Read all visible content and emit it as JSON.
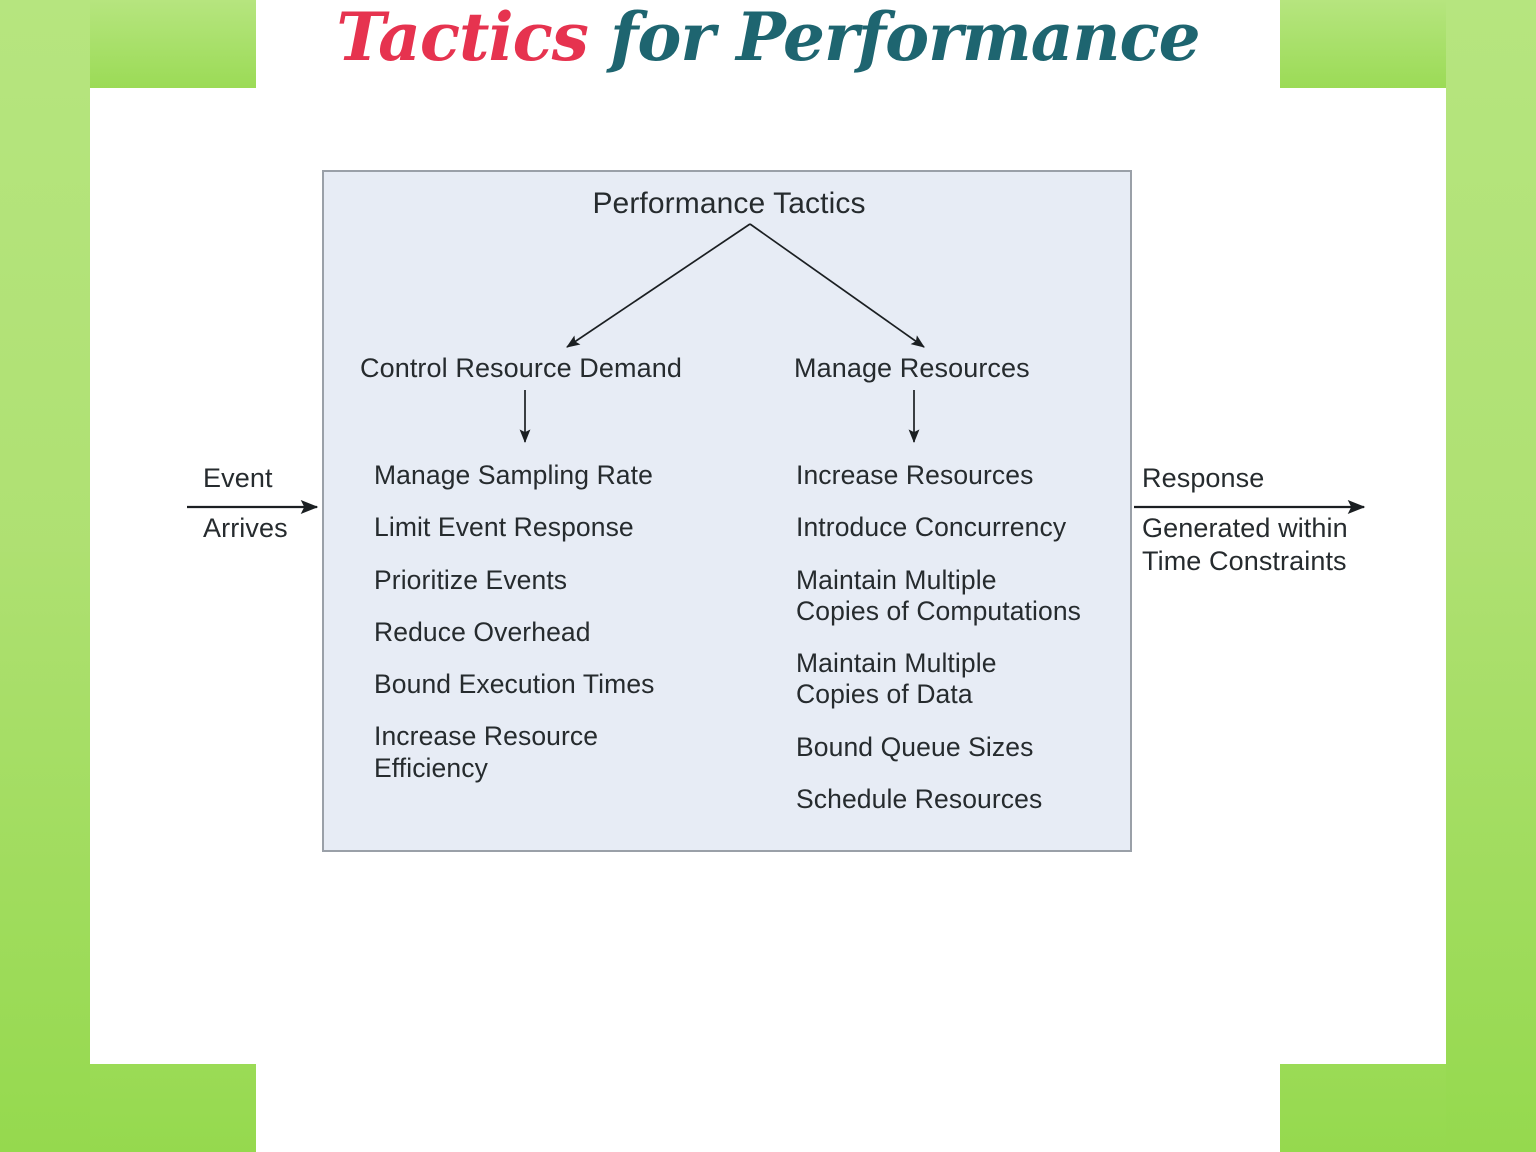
{
  "slide": {
    "title": {
      "accent_word": "Tactics",
      "rest": " for Performance",
      "accent_color": "#e6334f",
      "rest_color": "#1e6570"
    },
    "background_color": "#ffffff",
    "frame_color": "#a9de6b"
  },
  "diagram": {
    "title": "Performance Tactics",
    "box_fill": "#e7ecf5",
    "box_border": "#9aa0a8",
    "categories": [
      {
        "label": "Control Resource Demand"
      },
      {
        "label": "Manage Resources"
      }
    ],
    "columns": [
      {
        "heading": "Control Resource Demand",
        "items": [
          "Manage Sampling Rate",
          "Limit Event Response",
          "Prioritize Events",
          "Reduce Overhead",
          "Bound Execution Times",
          "Increase Resource\nEfficiency"
        ]
      },
      {
        "heading": "Manage Resources",
        "items": [
          "Increase Resources",
          "Introduce Concurrency",
          "Maintain Multiple\nCopies of Computations",
          "Maintain Multiple\nCopies of Data",
          "Bound Queue Sizes",
          "Schedule Resources"
        ]
      }
    ],
    "input_flow": {
      "label_top": "Event",
      "label_bottom": "Arrives"
    },
    "output_flow": {
      "label_top": "Response",
      "label_bottom": "Generated within\nTime Constraints"
    }
  }
}
